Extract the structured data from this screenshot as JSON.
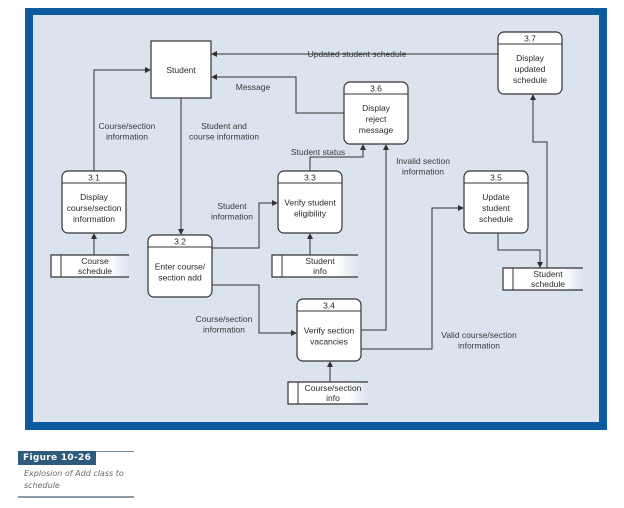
{
  "diagram": {
    "type": "data-flow-diagram",
    "external_entity": {
      "id": "student",
      "label": "Student"
    },
    "processes": [
      {
        "id": "3.1",
        "lines": [
          "Display",
          "course/section",
          "information"
        ]
      },
      {
        "id": "3.2",
        "lines": [
          "Enter course/",
          "section add"
        ]
      },
      {
        "id": "3.3",
        "lines": [
          "Verify student",
          "eligibility"
        ]
      },
      {
        "id": "3.4",
        "lines": [
          "Verify section",
          "vacancies"
        ]
      },
      {
        "id": "3.5",
        "lines": [
          "Update",
          "student",
          "schedule"
        ]
      },
      {
        "id": "3.6",
        "lines": [
          "Display",
          "reject",
          "message"
        ]
      },
      {
        "id": "3.7",
        "lines": [
          "Display",
          "updated",
          "schedule"
        ]
      }
    ],
    "data_stores": [
      {
        "id": "course-schedule",
        "lines": [
          "Course",
          "schedule"
        ]
      },
      {
        "id": "student-info",
        "lines": [
          "Student",
          "info"
        ]
      },
      {
        "id": "course-section-info",
        "lines": [
          "Course/section",
          "info"
        ]
      },
      {
        "id": "student-schedule",
        "lines": [
          "Student",
          "schedule"
        ]
      }
    ],
    "flows": [
      {
        "id": "f1",
        "from": "3.7",
        "to": "student",
        "lines": [
          "Updated student schedule"
        ]
      },
      {
        "id": "f2",
        "from": "3.6",
        "to": "student",
        "lines": [
          "Message"
        ]
      },
      {
        "id": "f3",
        "from": "3.1",
        "to": "student",
        "lines": [
          "Course/section",
          "information"
        ]
      },
      {
        "id": "f4",
        "from": "student",
        "to": "3.2",
        "lines": [
          "Student and",
          "course information"
        ]
      },
      {
        "id": "f5",
        "from": "3.3",
        "to": "3.6",
        "lines": [
          "Student status"
        ]
      },
      {
        "id": "f6",
        "from": "3.4",
        "to": "3.6",
        "lines": [
          "Invalid section",
          "information"
        ]
      },
      {
        "id": "f7",
        "from": "3.2",
        "to": "3.3",
        "lines": [
          "Student",
          "information"
        ]
      },
      {
        "id": "f8",
        "from": "3.2",
        "to": "3.4",
        "lines": [
          "Course/section",
          "information"
        ]
      },
      {
        "id": "f9",
        "from": "3.4",
        "to": "3.5",
        "lines": [
          "Valid course/section",
          "information"
        ]
      },
      {
        "id": "f10",
        "from": "course-schedule",
        "to": "3.1",
        "lines": []
      },
      {
        "id": "f11",
        "from": "student-info",
        "to": "3.3",
        "lines": []
      },
      {
        "id": "f12",
        "from": "course-section-info",
        "to": "3.4",
        "lines": []
      },
      {
        "id": "f13",
        "from": "3.5",
        "to": "student-schedule",
        "lines": []
      },
      {
        "id": "f14",
        "from": "student-schedule",
        "to": "3.7",
        "lines": []
      }
    ]
  },
  "caption": {
    "figure_label": "Figure 10-26",
    "text_prefix": "Explosion of ",
    "text_italic": "Add class to schedule"
  },
  "colors": {
    "frame": "#0e5aa0",
    "panel": "#dbe3ee",
    "box_fill": "#ffffff",
    "stroke": "#333333",
    "caption_tag": "#2e5a7c"
  }
}
